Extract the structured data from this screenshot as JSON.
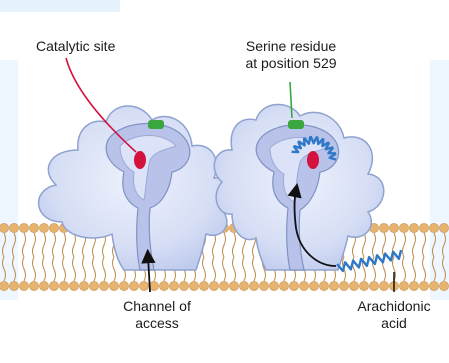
{
  "labels": {
    "catalytic_site": "Catalytic site",
    "serine_line1": "Serine residue",
    "serine_line2": "at position 529",
    "channel_line1": "Channel of",
    "channel_line2": "access",
    "arachidonic_line1": "Arachidonic",
    "arachidonic_line2": "acid"
  },
  "colors": {
    "background": "#ffffff",
    "membrane_head": "#e7b46f",
    "membrane_tail": "#b98a4e",
    "enzyme_fill": "#d6def5",
    "enzyme_outline": "#8fa2cf",
    "channel_fill": "#b9c3ea",
    "catalytic_site": "#d3123d",
    "serine_residue": "#3aa640",
    "arachidonic_acid": "#2f78c8",
    "arrow": "#111111"
  }
}
